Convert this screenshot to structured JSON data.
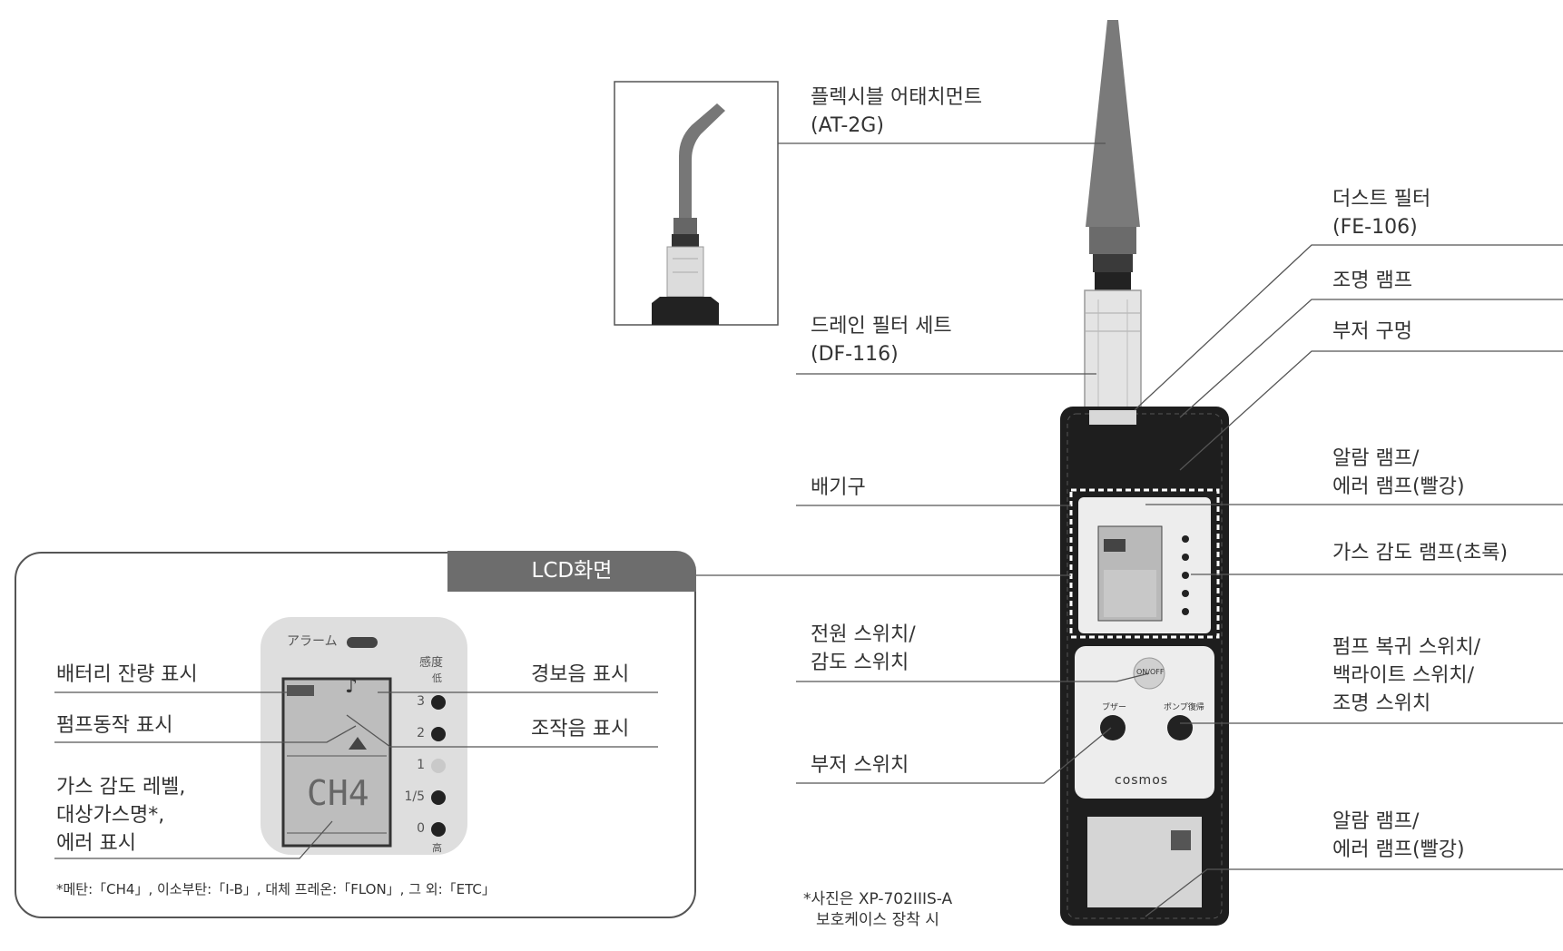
{
  "labels": {
    "attachment": {
      "line1": "플렉시블 어태치먼트",
      "line2": "(AT-2G)"
    },
    "drain_filter": {
      "line1": "드레인 필터 세트",
      "line2": "(DF-116)"
    },
    "exhaust": "배기구",
    "power_switch": {
      "line1": "전원 스위치/",
      "line2": "감도 스위치"
    },
    "buzzer_switch": "부저 스위치",
    "dust_filter": {
      "line1": "더스트 필터",
      "line2": "(FE-106)"
    },
    "light_lamp": "조명 램프",
    "buzzer_hole": "부저 구멍",
    "alarm_lamp_top": {
      "line1": "알람 램프/",
      "line2": "에러 램프(빨강)"
    },
    "gas_sens_lamp": "가스 감도 램프(초록)",
    "pump_switch": {
      "line1": "펌프 복귀 스위치/",
      "line2": "백라이트 스위치/",
      "line3": "조명 스위치"
    },
    "alarm_lamp_bottom": {
      "line1": "알람 램프/",
      "line2": "에러 램프(빨강)"
    }
  },
  "lcd_panel": {
    "title": "LCD화면",
    "battery": "배터리 잔량 표시",
    "pump": "펌프동작 표시",
    "gas_level": {
      "line1": "가스 감도 레벨,",
      "line2": "대상가스명*,",
      "line3": "에러 표시"
    },
    "alarm_sound": "경보음 표시",
    "operation_sound": "조작음 표시",
    "footnote": "*메탄:「CH4」, 이소부탄:「I-B」, 대체 프레온:「FLON」, 그 외:「ETC」",
    "screen": {
      "alarm_text": "アラーム",
      "sens_title": "感度",
      "sens_low": "低",
      "sens_high": "高",
      "levels": [
        "3",
        "2",
        "1",
        "1/5",
        "0"
      ],
      "gas_name": "CH4"
    }
  },
  "photo_note": {
    "line1": "*사진은 XP-702IIIS-A",
    "line2": "보호케이스 장착 시"
  },
  "device": {
    "brand": "cosmos",
    "power_button": "ON/OFF",
    "buzzer_label": "ブザー",
    "pump_label": "ポンプ復帰"
  }
}
